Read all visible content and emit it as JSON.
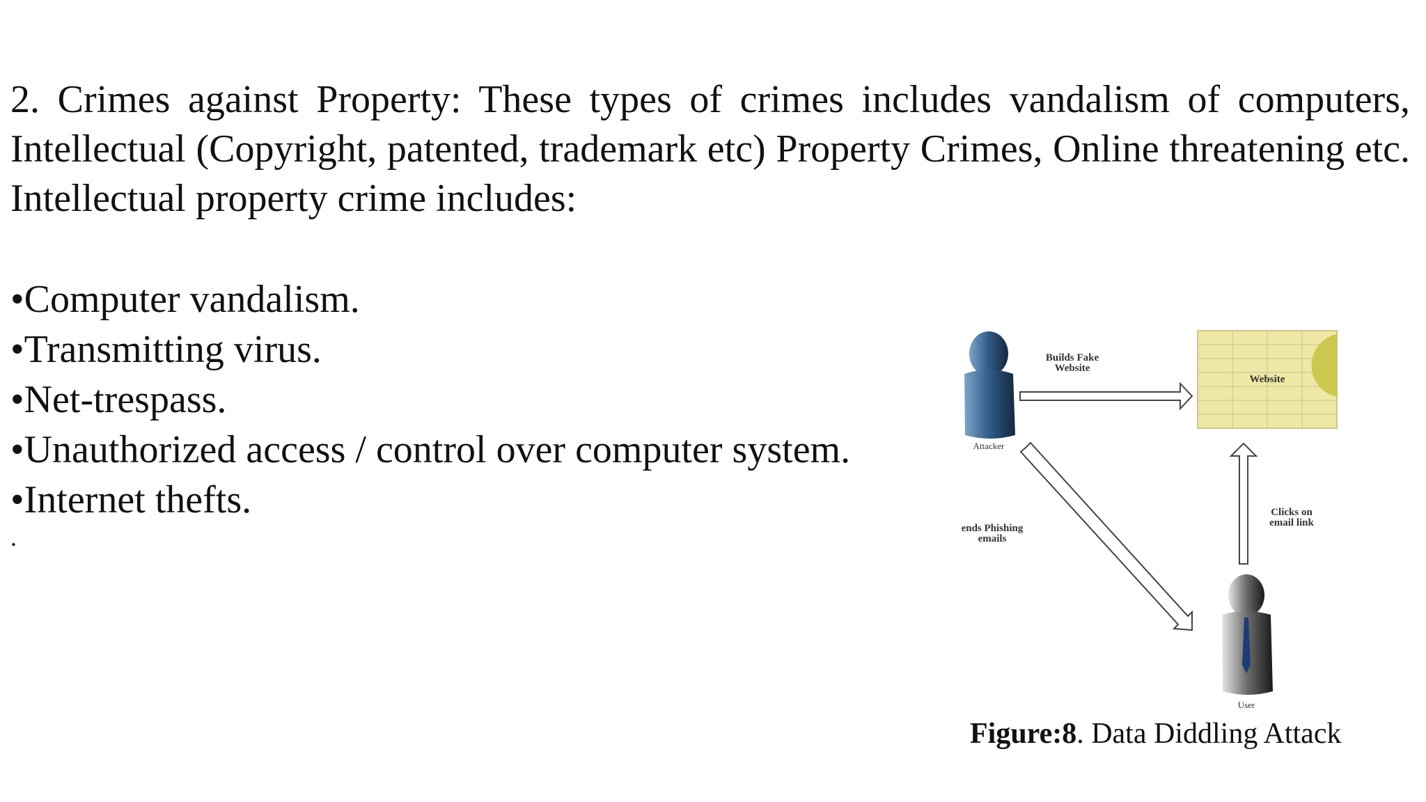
{
  "paragraph": "2. Crimes against Property: These types of crimes includes vandalism of computers, Intellectual (Copyright, patented, trademark etc) Property Crimes, Online threatening etc. Intellectual property crime includes:",
  "bullets": [
    "•Computer vandalism.",
    "•Transmitting virus.",
    "•Net-trespass.",
    "•Unauthorized access / control over computer system.",
    "•Internet thefts."
  ],
  "trailing_mark": ".",
  "figure": {
    "labels": {
      "builds_fake": "Builds Fake Website",
      "website": "Website",
      "attacker": "Attacker",
      "sends_phishing": "ends Phishing emails",
      "clicks_on": "Clicks on email link",
      "user": "User"
    },
    "caption_bold": "Figure:8",
    "caption_rest": ". Data Diddling Attack"
  }
}
